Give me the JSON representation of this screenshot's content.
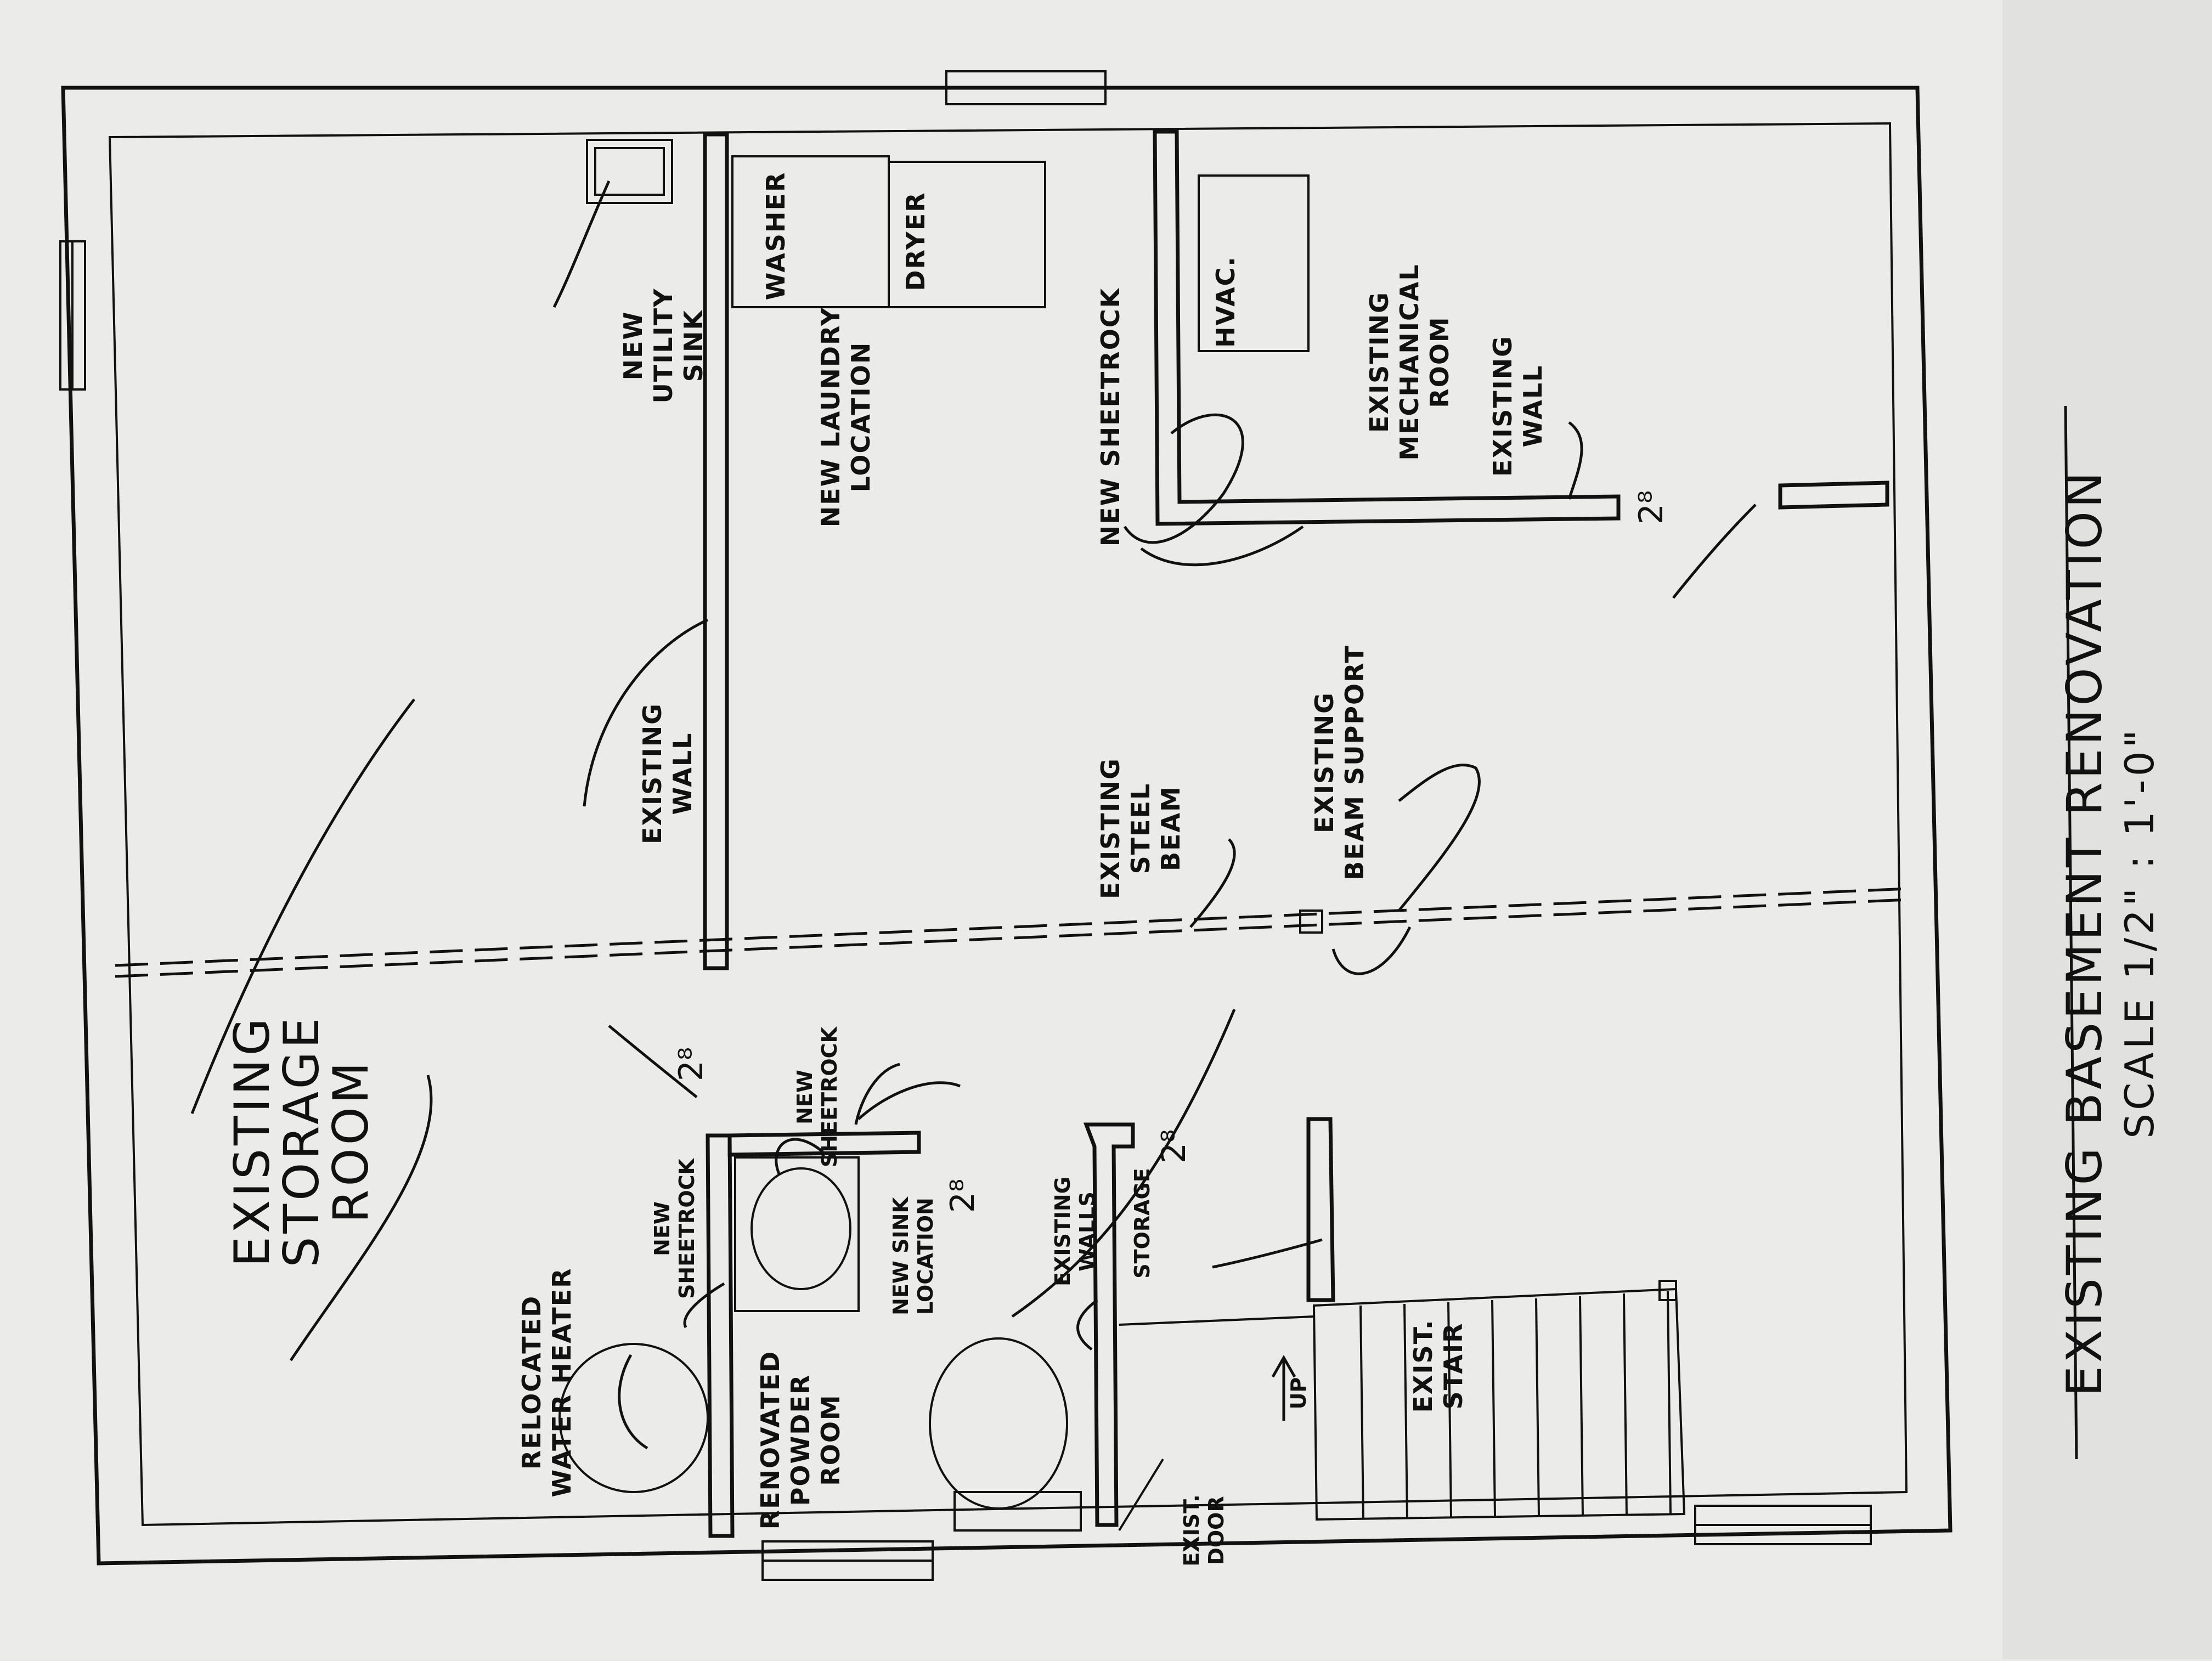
{
  "title": "EXISTING BASEMENT RENOVATION",
  "scale": "SCALE 1/2\" : 1'-0\"",
  "labels": {
    "storage_room": [
      "EXISTING",
      "STORAGE",
      "ROOM"
    ],
    "utility_sink": [
      "NEW",
      "UTILITY",
      "SINK"
    ],
    "washer": "WASHER",
    "dryer": "DRYER",
    "laundry": [
      "NEW LAUNDRY",
      "LOCATION"
    ],
    "hvac": "HVAC.",
    "new_sheetrock_top": "NEW SHEETROCK",
    "mechanical": [
      "EXISTING",
      "MECHANICAL",
      "ROOM"
    ],
    "existing_wall_right": [
      "EXISTING",
      "WALL"
    ],
    "existing_wall_left": [
      "EXISTING",
      "WALL"
    ],
    "steel_beam": [
      "EXISTING",
      "STEEL",
      "BEAM"
    ],
    "beam_support": [
      "EXISTING",
      "BEAM SUPPORT"
    ],
    "new_sheetrock_center": [
      "NEW",
      "SHEETROCK"
    ],
    "new_sheetrock_left": [
      "NEW",
      "SHEETROCK"
    ],
    "water_heater": [
      "RELOCATED",
      "WATER HEATER"
    ],
    "new_sink": [
      "NEW SINK",
      "LOCATION"
    ],
    "powder_room": [
      "RENOVATED",
      "POWDER",
      "ROOM"
    ],
    "existing_walls": [
      "EXISTING",
      "WALLS"
    ],
    "storage": "STORAGE",
    "exist_door": [
      "EXIST.",
      "DOOR"
    ],
    "up": "UP",
    "exist_stair": [
      "EXIST.",
      "STAIR"
    ],
    "ceiling_heights": [
      "2⁸",
      "2⁸",
      "2⁸",
      "2⁸"
    ]
  }
}
